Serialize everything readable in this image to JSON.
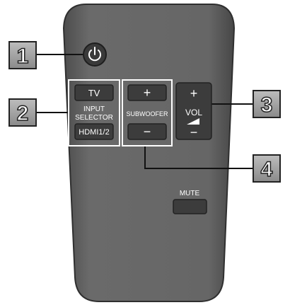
{
  "callouts": [
    {
      "number": "1"
    },
    {
      "number": "2"
    },
    {
      "number": "3"
    },
    {
      "number": "4"
    }
  ],
  "buttons": {
    "power_symbol": "⏻",
    "tv_label": "TV",
    "input_selector_label_line1": "INPUT",
    "input_selector_label_line2": "SELECTOR",
    "hdmi_label": "HDMI1/2",
    "sub_plus": "+",
    "subwoofer_label": "SUBWOOFER",
    "sub_minus": "−",
    "vol_plus": "+",
    "vol_label": "VOL",
    "vol_minus": "−",
    "mute_label": "MUTE"
  },
  "colors": {
    "remote_body": "#5f5f5f",
    "remote_edge": "#3b3b3b",
    "button_fill": "#3e3e3e",
    "callout_fill": "#9a9a9a",
    "callout_border": "#2a2a2a",
    "button_text": "#ffffff"
  },
  "icons": {
    "power": "power-icon",
    "volume_ramp": "volume-ramp-icon"
  }
}
